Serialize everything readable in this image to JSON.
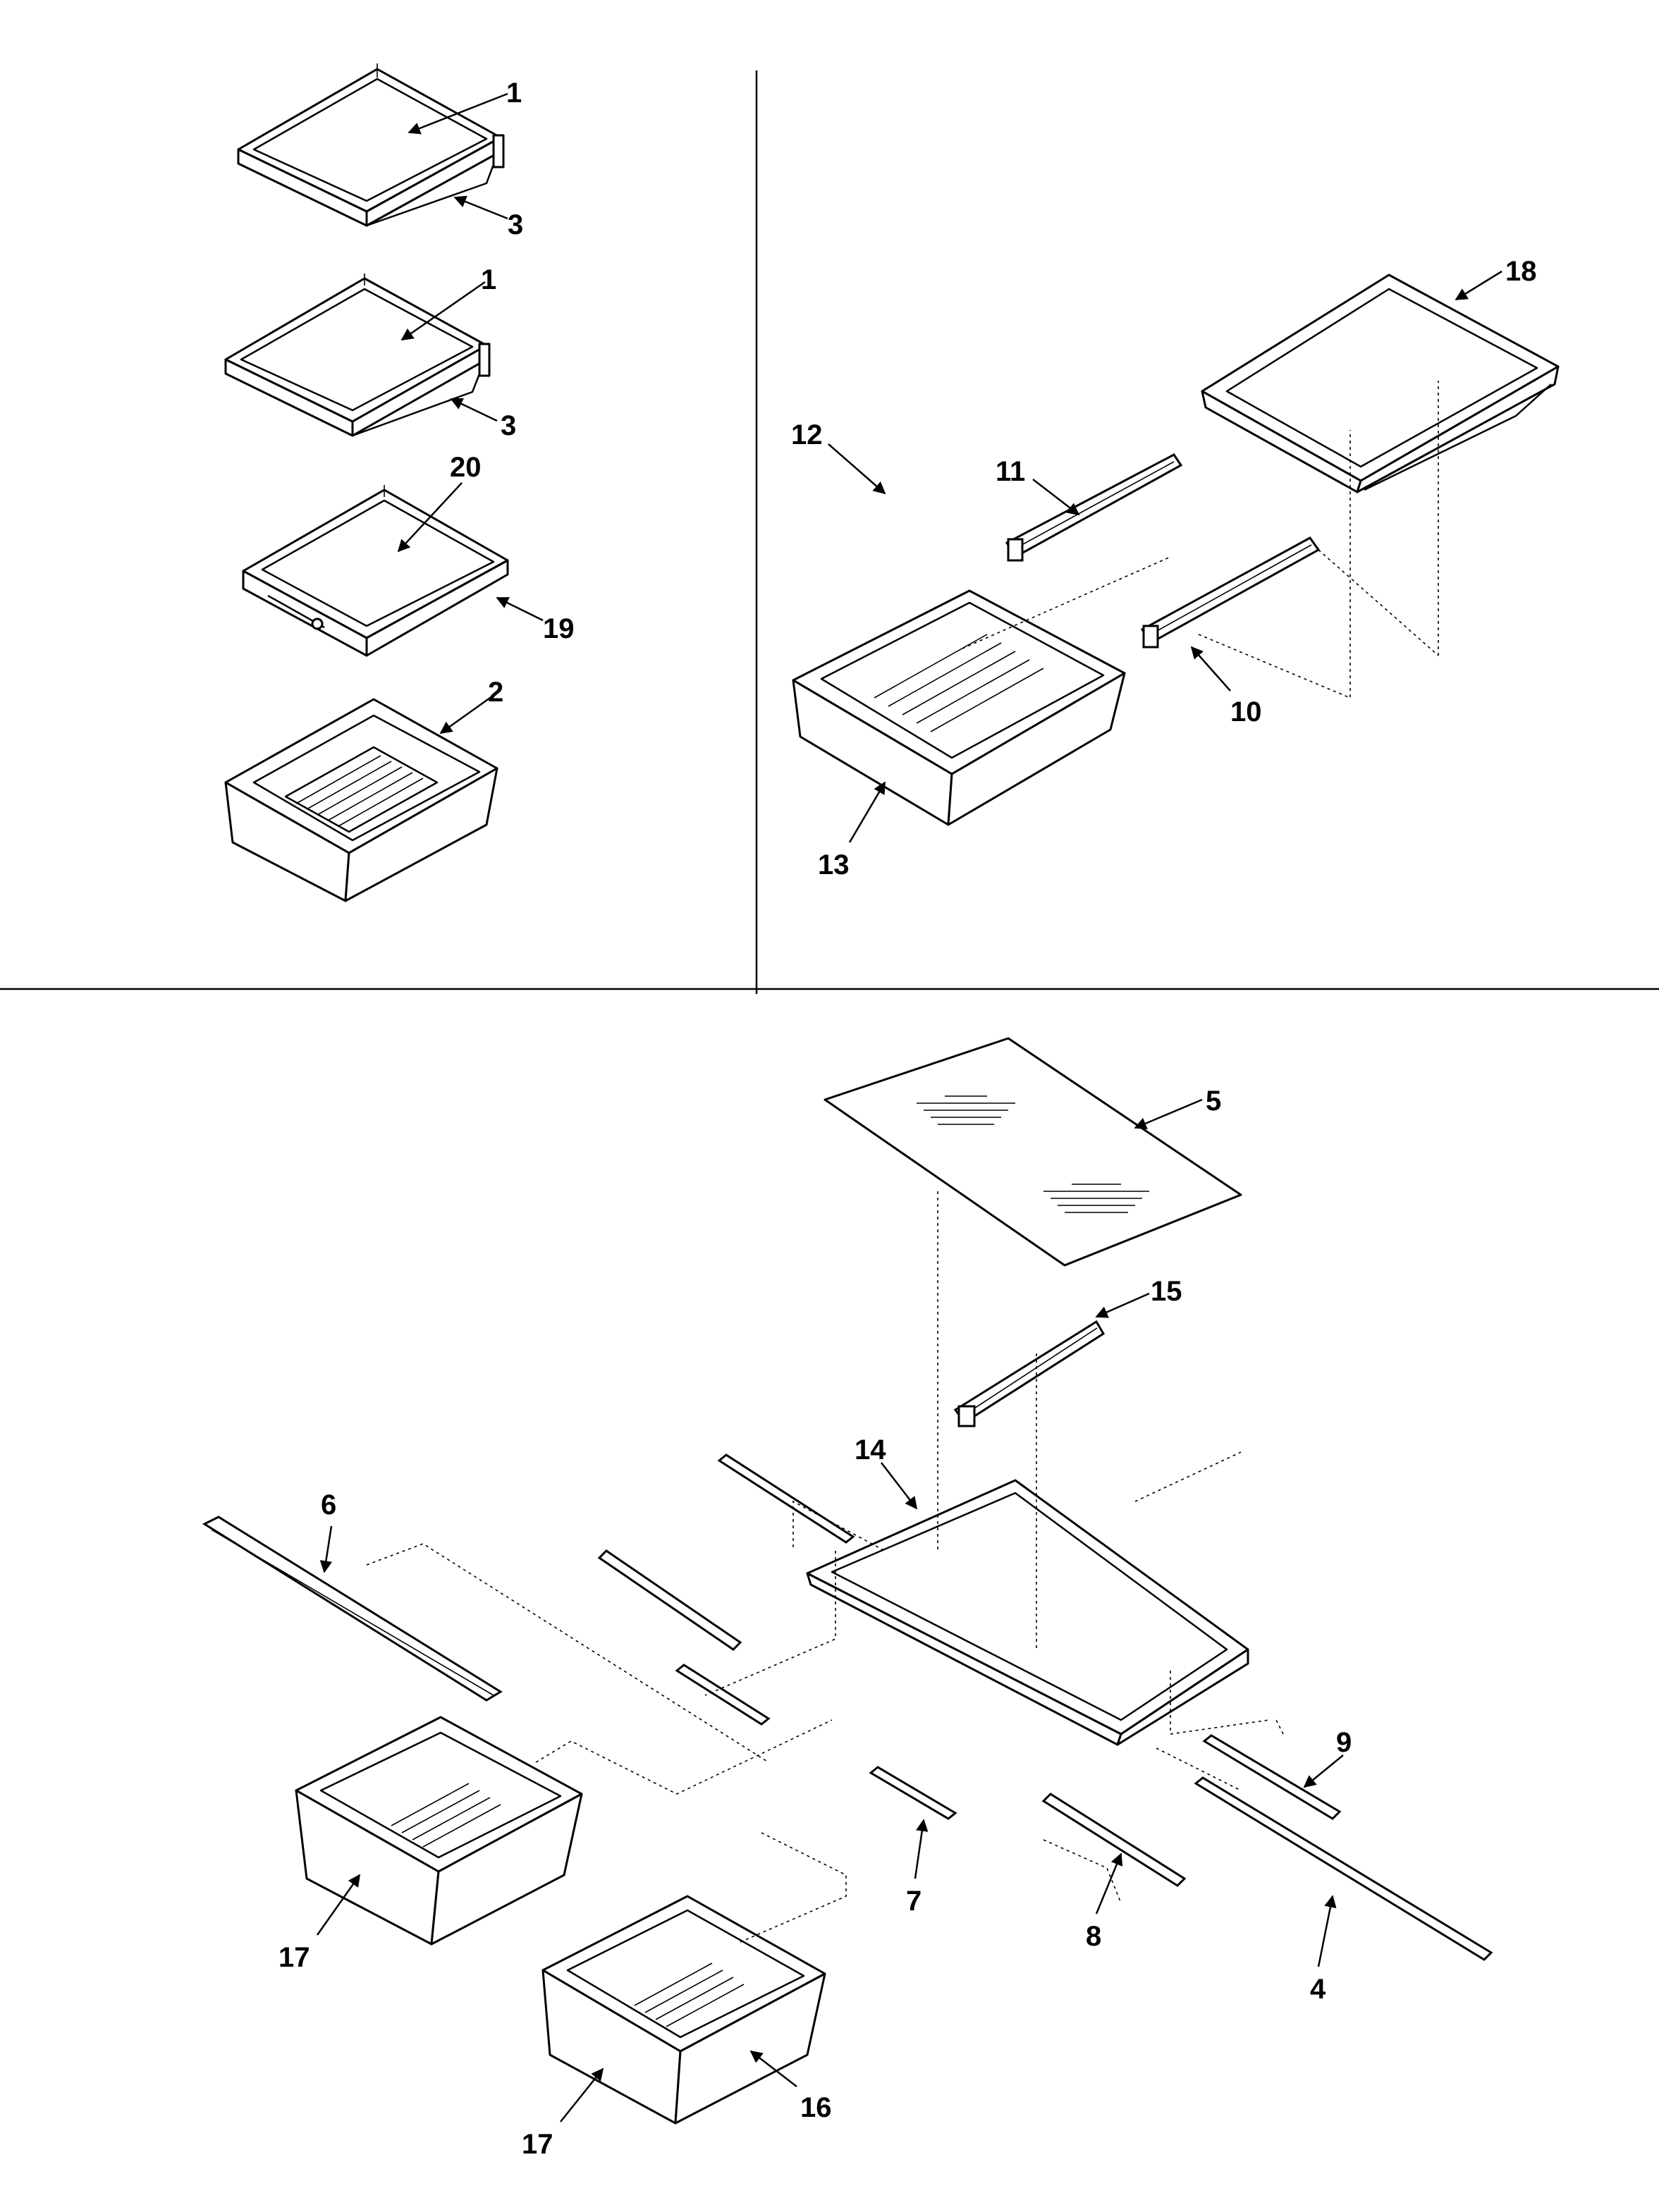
{
  "callouts": {
    "c1a": "1",
    "c3a": "3",
    "c1b": "1",
    "c3b": "3",
    "c20": "20",
    "c19": "19",
    "c2": "2",
    "c18": "18",
    "c11": "11",
    "c12": "12",
    "c10": "10",
    "c13": "13",
    "c5": "5",
    "c15": "15",
    "c14": "14",
    "c6": "6",
    "c9": "9",
    "c7": "7",
    "c8": "8",
    "c4": "4",
    "c17a": "17",
    "c17b": "17",
    "c16": "16"
  }
}
